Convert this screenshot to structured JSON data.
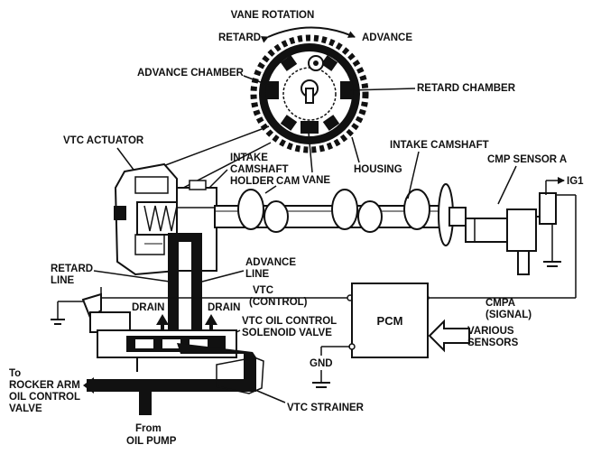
{
  "labels": {
    "vane_rotation": "VANE ROTATION",
    "retard": "RETARD",
    "advance": "ADVANCE",
    "advance_chamber": "ADVANCE CHAMBER",
    "retard_chamber": "RETARD CHAMBER",
    "vtc_actuator": "VTC ACTUATOR",
    "intake_camshaft_holder_1": "INTAKE",
    "intake_camshaft_holder_2": "CAMSHAFT",
    "intake_camshaft_holder_3": "HOLDER",
    "vane": "VANE",
    "housing": "HOUSING",
    "intake_camshaft": "INTAKE CAMSHAFT",
    "cmp_sensor_a": "CMP SENSOR A",
    "cam": "CAM",
    "ig1": "IG1",
    "retard_line_1": "RETARD",
    "retard_line_2": "LINE",
    "advance_line_1": "ADVANCE",
    "advance_line_2": "LINE",
    "vtc_control_1": "VTC",
    "vtc_control_2": "(CONTROL)",
    "cmpa_signal_1": "CMPA",
    "cmpa_signal_2": "(SIGNAL)",
    "drain_left": "DRAIN",
    "drain_right": "DRAIN",
    "solenoid_1": "VTC OIL CONTROL",
    "solenoid_2": "SOLENOID VALVE",
    "pcm": "PCM",
    "various_sensors_1": "VARIOUS",
    "various_sensors_2": "SENSORS",
    "gnd": "GND",
    "to_rocker_1": "To",
    "to_rocker_2": "ROCKER ARM",
    "to_rocker_3": "OIL CONTROL",
    "to_rocker_4": "VALVE",
    "vtc_strainer": "VTC STRAINER",
    "from_pump_1": "From",
    "from_pump_2": "OIL PUMP"
  }
}
